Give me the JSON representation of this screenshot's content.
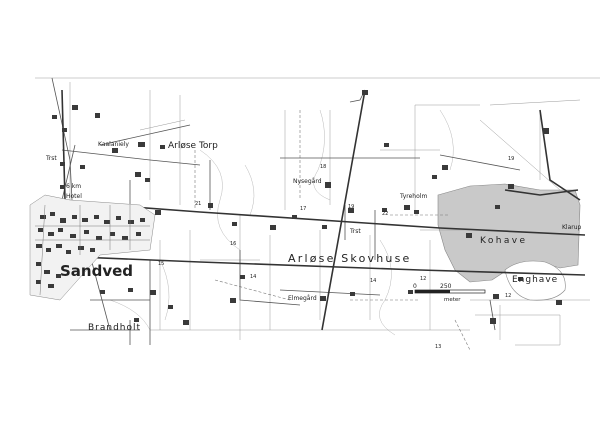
{
  "map": {
    "towns": {
      "sandved": "Sandved",
      "arlose_torp": "Arløse Torp",
      "arlose_skovhuse": "Arløse Skovhuse",
      "brandholt": "Brandholt"
    },
    "farms": {
      "kaalaniely": "Kaalaniely",
      "nysegard": "Nysegård",
      "tyreholm": "Tyreholm",
      "elmegard": "Elmegård",
      "enghave": "Enghave",
      "kohave": "Kohave",
      "klarup": "Klarup"
    },
    "markers": {
      "trst": "Trst",
      "hotel": "Hotel",
      "distance": "6 km",
      "trst_east": "Trst"
    },
    "scale_bar": {
      "tick_0": "0",
      "tick_250": "250",
      "unit": "meter"
    },
    "elevations": [
      "21",
      "18",
      "22",
      "19",
      "15",
      "14",
      "14",
      "12",
      "12",
      "19",
      "13",
      "16",
      "17"
    ],
    "colors": {
      "ink": "#333333",
      "forest": "#c9c9c9",
      "paper": "#ffffff"
    }
  }
}
